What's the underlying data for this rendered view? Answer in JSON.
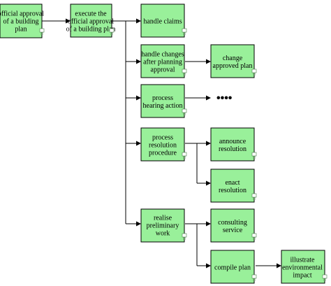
{
  "colors": {
    "node_fill": "#99f09a",
    "node_border": "#000000",
    "connector": "#000000"
  },
  "nodes": {
    "official_approval": [
      "official approval",
      "of a building",
      "plan"
    ],
    "execute_official_approval": [
      "execute the",
      "official approval",
      "of a building plan"
    ],
    "handle_claims": [
      "handle claims"
    ],
    "handle_changes": [
      "handle changes",
      "after planning",
      "approval"
    ],
    "change_approved_plan": [
      "change",
      "approved plan"
    ],
    "process_hearing_action": [
      "process",
      "hearing action"
    ],
    "process_resolution_procedure": [
      "process",
      "resolution",
      "procedure"
    ],
    "announce_resolution": [
      "announce",
      "resolution"
    ],
    "enact_resolution": [
      "enact",
      "resolution"
    ],
    "realise_preliminary_work": [
      "realise",
      "preliminary",
      "work"
    ],
    "consulting_service": [
      "consulting",
      "service"
    ],
    "compile_plan": [
      "compile plan"
    ],
    "illustrate_environmental_impact": [
      "illustrate",
      "environmental",
      "impact"
    ]
  },
  "continuation": "••••",
  "subprocess_icon": "subprocess-icon"
}
